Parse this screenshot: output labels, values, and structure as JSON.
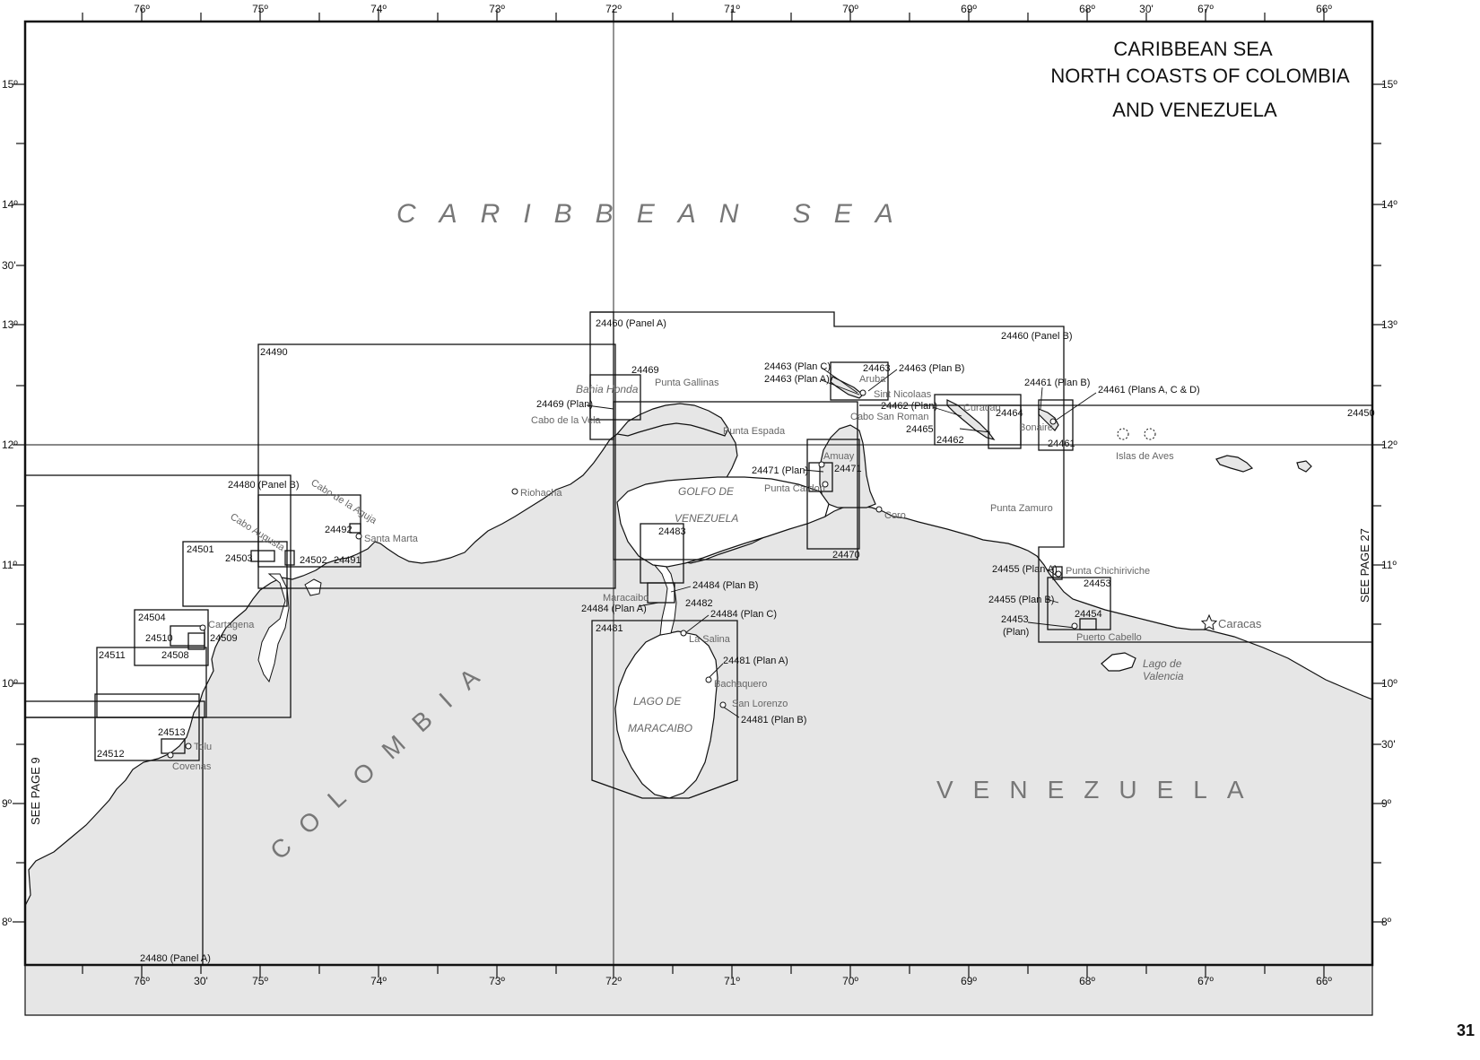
{
  "title": {
    "line1": "CARIBBEAN  SEA",
    "line2": "NORTH COASTS OF COLOMBIA",
    "line3": "AND VENEZUELA"
  },
  "regions": {
    "sea": "CARIBBEAN SEA",
    "colombia": "COLOMBIA",
    "venezuela": "VENEZUELA"
  },
  "top_ticks": [
    "76º",
    "75º",
    "74º",
    "73º",
    "72º",
    "71º",
    "70º",
    "69º",
    "68º",
    "30'",
    "67º",
    "66º"
  ],
  "bottom_ticks": [
    "76º",
    "30'",
    "75º",
    "74º",
    "73º",
    "72º",
    "71º",
    "70º",
    "69º",
    "68º",
    "67º",
    "66º"
  ],
  "left_ticks": [
    "15º",
    "14º",
    "30'",
    "13º",
    "12º",
    "11º",
    "10º",
    "9º",
    "8º"
  ],
  "right_ticks": [
    "15º",
    "14º",
    "13º",
    "12º",
    "11º",
    "10º",
    "30'",
    "9º",
    "8º"
  ],
  "see_page_left": "SEE PAGE 9",
  "see_page_right": "SEE PAGE 27",
  "page_number": "31",
  "chart_labels": {
    "c24460a": "24460 (Panel A)",
    "c24460b": "24460 (Panel B)",
    "c24490": "24490",
    "c24469": "24469",
    "c24469p": "24469 (Plan)",
    "c24463": "24463",
    "c24463c": "24463 (Plan C)",
    "c24463a": "24463 (Plan A)",
    "c24463b": "24463 (Plan B)",
    "c24461b": "24461 (Plan B)",
    "c24461acd": "24461 (Plans A, C & D)",
    "c24461": "24461",
    "c24450": "24450",
    "c24462p": "24462 (Plan)",
    "c24462": "24462",
    "c24464": "24464",
    "c24465": "24465",
    "c24471p": "24471 (Plan)",
    "c24471": "24471",
    "c24470": "24470",
    "c24480b": "24480 (Panel B)",
    "c24480a": "24480 (Panel A)",
    "c24492": "24492",
    "c24491": "24491",
    "c24501": "24501",
    "c24503": "24503",
    "c24502": "24502",
    "c24504": "24504",
    "c24510": "24510",
    "c24509": "24509",
    "c24508": "24508",
    "c24511": "24511",
    "c24513": "24513",
    "c24512": "24512",
    "c24483": "24483",
    "c24484b": "24484 (Plan B)",
    "c24484a": "24484 (Plan A)",
    "c24482": "24482",
    "c24484c": "24484 (Plan C)",
    "c24481": "24481",
    "c24481a": "24481 (Plan A)",
    "c24481b": "24481 (Plan B)",
    "c24455a": "24455 (Plan A)",
    "c24455b": "24455 (Plan B)",
    "c24453": "24453",
    "c24453p1": "24453",
    "c24453p2": "(Plan)",
    "c24454": "24454"
  },
  "places": {
    "bahia_honda": "Bahia Honda",
    "punta_gallinas": "Punta Gallinas",
    "cabo_vela": "Cabo de la Vela",
    "riohacha": "Riohacha",
    "punta_espada": "Punta Espada",
    "aruba": "Aruba",
    "sint_nicolaas": "Sint Nicolaas",
    "cabo_san_roman": "Cabo San Roman",
    "curacao": "Curacao",
    "bonaire": "Bonaire",
    "islas_aves": "Islas de Aves",
    "amuay": "Amuay",
    "punta_cardon": "Punta Cardon",
    "golfo1": "GOLFO DE",
    "golfo2": "VENEZUELA",
    "coro": "Coro",
    "punta_zamuro": "Punta Zamuro",
    "cabo_aguja": "Cabo de la Aguja",
    "cabo_augusta": "Cabo Augusta",
    "santa_marta": "Santa Marta",
    "cartagena": "Cartagena",
    "tolu": "Tolu",
    "covenas": "Covenas",
    "maracaibo": "Maracaibo",
    "la_salina": "La Salina",
    "bachaquero": "Bachaquero",
    "san_lorenzo": "San Lorenzo",
    "lago_mar1": "LAGO DE",
    "lago_mar2": "MARACAIBO",
    "punta_chichiriviche": "Punta Chichiriviche",
    "puerto_cabello": "Puerto Cabello",
    "caracas": "Caracas",
    "lago_val1": "Lago de",
    "lago_val2": "Valencia"
  },
  "colors": {
    "land": "#e6e6e6",
    "sea": "#ffffff",
    "line": "#111111",
    "label_gray": "#666666"
  }
}
